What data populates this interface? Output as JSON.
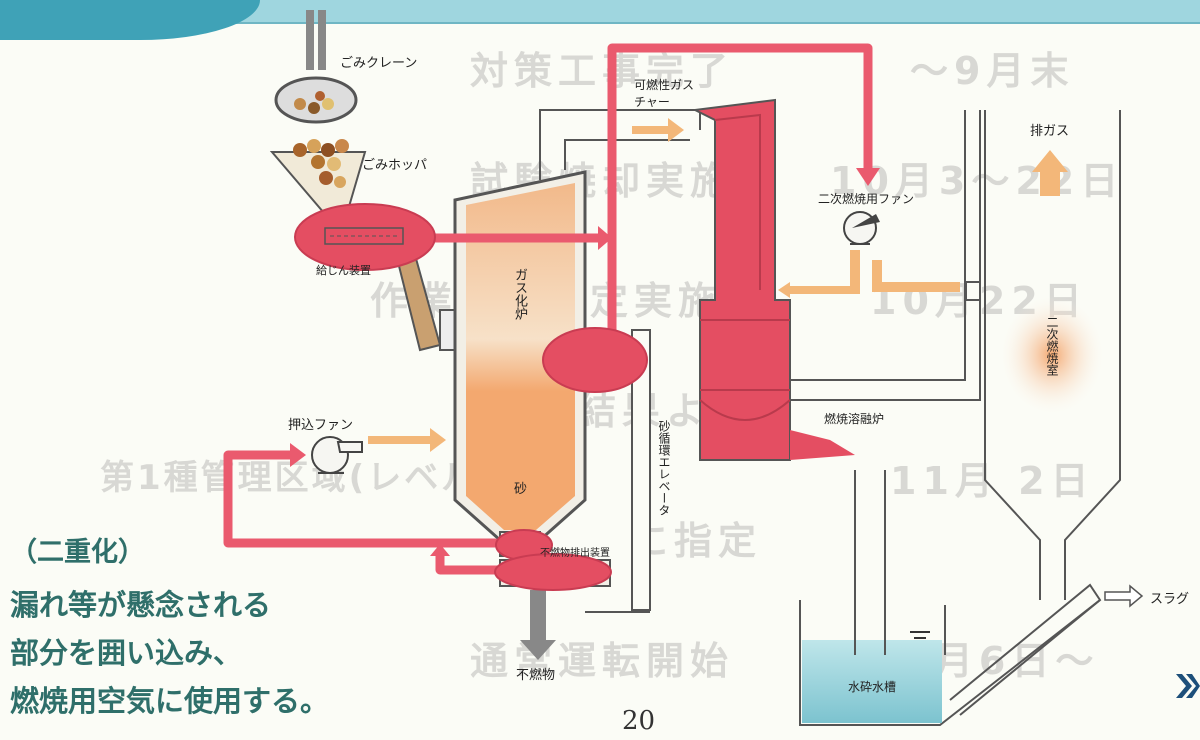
{
  "background_text": [
    "対策工事完了",
    "～9月末",
    "試験焼却実施",
    "10月3～22日",
    "作業環境測定実施",
    "10月22日",
    "安定結果より",
    "11月 2日",
    "第1種管理区域(レベル1)",
    "に指定",
    "通常運転開始",
    "11月6日～"
  ],
  "labels": {
    "crane": "ごみクレーン",
    "hopper": "ごみホッパ",
    "feeder": "給じん装置",
    "combustible_gas_chute_line1": "可燃性ガス",
    "combustible_gas_chute_line2": "チャー",
    "gasifier": "ガス化炉",
    "sand": "砂",
    "push_fan": "押込ファン",
    "sand_elevator": "砂循環エレベータ",
    "discharge_device": "不燃物排出装置",
    "nonburnable": "不燃物",
    "secondary_fan": "二次燃焼用ファン",
    "exhaust_gas": "排ガス",
    "melting_furnace": "燃焼溶融炉",
    "secondary_chamber": "二次燃焼室",
    "water_tank": "水砕水槽",
    "slag": "スラグ"
  },
  "note": {
    "line1": "（二重化）",
    "line2": "漏れ等が懸念される",
    "line3": "部分を囲い込み、",
    "line4": "燃焼用空気に使用する。"
  },
  "page_number": "20",
  "colors": {
    "highlight": "#e44e62",
    "highlight_line": "#ea5a6e",
    "air_arrow": "#f3b779",
    "note_text": "#2f6f6a",
    "band": "#9fd6df"
  },
  "icons": [
    "crane-icon",
    "hopper-icon",
    "fan-icon",
    "arrow-right-icon",
    "arrow-up-icon",
    "arrow-down-icon",
    "brand-logo-icon"
  ]
}
